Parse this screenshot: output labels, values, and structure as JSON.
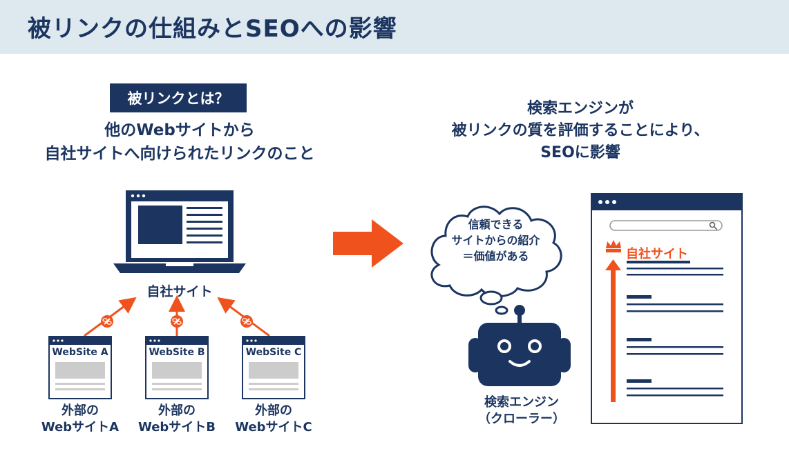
{
  "header": {
    "title": "被リンクの仕組みとSEOへの影響"
  },
  "left": {
    "badge": "被リンクとは？",
    "definition_line1": "他のWebサイトから",
    "definition_line2": "自社サイトへ向けられたリンクのこと",
    "own_site_label": "自社サイト",
    "external_sites": [
      {
        "box_label": "WebSite A",
        "caption_line1": "外部の",
        "caption_line2": "WebサイトA"
      },
      {
        "box_label": "WebSite B",
        "caption_line1": "外部の",
        "caption_line2": "WebサイトB"
      },
      {
        "box_label": "WebSite C",
        "caption_line1": "外部の",
        "caption_line2": "WebサイトC"
      }
    ]
  },
  "right": {
    "heading_line1": "検索エンジンが",
    "heading_line2": "被リンクの質を評価することにより、",
    "heading_line3": "SEOに影響",
    "bubble_line1": "信頼できる",
    "bubble_line2": "サイトからの紹介",
    "bubble_line3": "＝価値がある",
    "robot_label_line1": "検索エンジン",
    "robot_label_line2": "（クローラー）",
    "ranking_label": "自社サイト"
  },
  "colors": {
    "navy": "#1c3560",
    "accent": "#f0521e",
    "header_bg": "#dde9ef",
    "gray": "#cccccc"
  }
}
